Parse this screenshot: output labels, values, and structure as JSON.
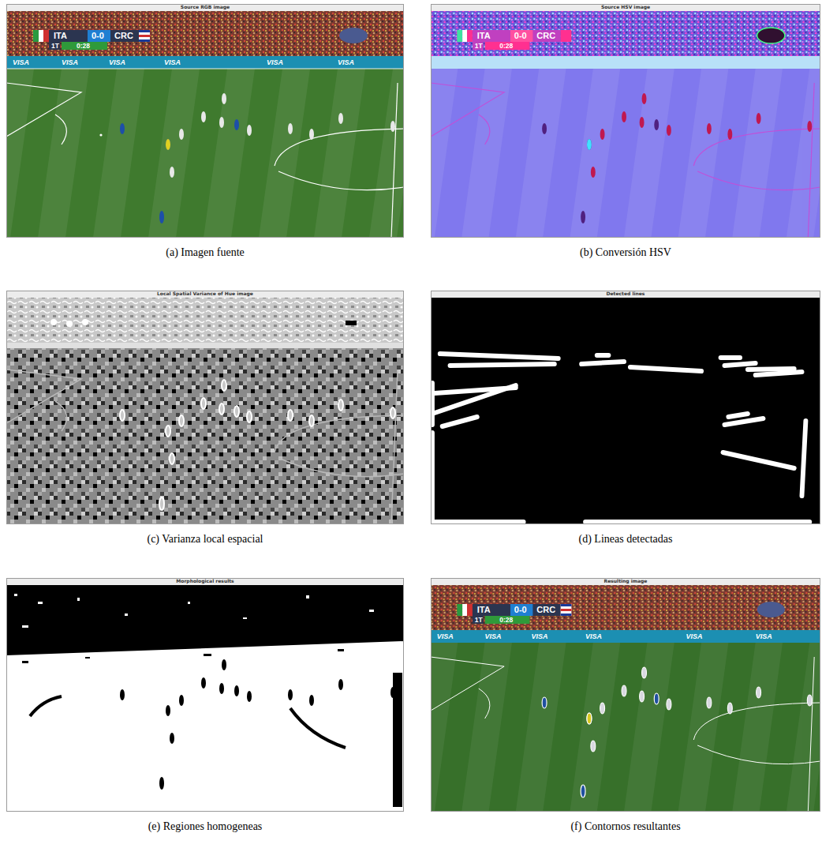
{
  "diagram": {
    "nodes": [
      {
        "text": [
          "Source RGB image",
          "(a) Imagen fuente"
        ]
      },
      {
        "text": [
          "Source HSV image",
          "(b) Conversión HSV"
        ]
      },
      {
        "text": [
          "Local Spatial Variance of Hue image",
          "(c) Varianza local espacial"
        ]
      },
      {
        "text": [
          "Detected lines",
          "(d) Lineas detectadas"
        ]
      },
      {
        "text": [
          "Morphological results",
          "(e) Regiones homogeneas"
        ]
      },
      {
        "text": [
          "Resulting image",
          "(f) Contornos resultantes"
        ]
      }
    ],
    "labels": [
      "ITA",
      "0-0",
      "CRC",
      "1T",
      "0:28",
      "VISA",
      "VISA",
      "VISA",
      "VISA",
      "VISA",
      "VISA",
      "ITA",
      "0-0",
      "CRC",
      "1T",
      "0:28",
      "ITA",
      "0-0",
      "CRC",
      "1T",
      "0:28",
      "VISA",
      "VISA",
      "VISA",
      "VISA",
      "VISA",
      "VISA"
    ]
  }
}
